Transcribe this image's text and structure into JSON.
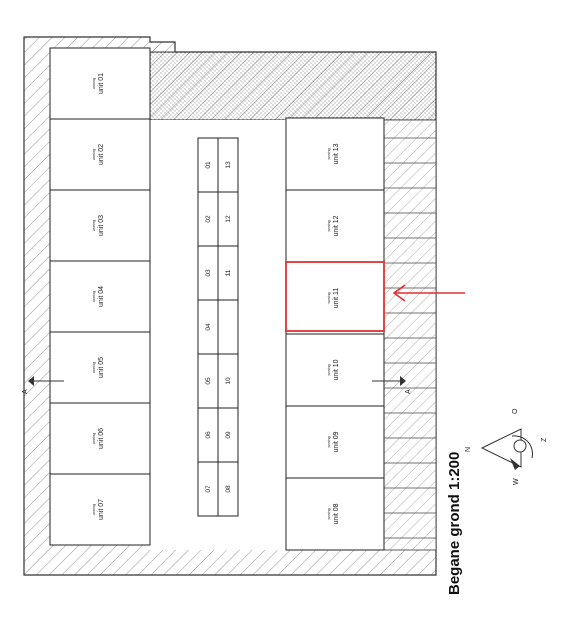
{
  "drawing": {
    "title": "Begane grond 1:200",
    "highlight_color": "#e03030"
  },
  "units_left": [
    {
      "sub": "woning",
      "label": "unit 01"
    },
    {
      "sub": "woning",
      "label": "unit 02"
    },
    {
      "sub": "woning",
      "label": "unit 03"
    },
    {
      "sub": "woning",
      "label": "unit 04"
    },
    {
      "sub": "woning",
      "label": "unit 05"
    },
    {
      "sub": "woning",
      "label": "unit 06"
    },
    {
      "sub": "woning",
      "label": "unit 07"
    }
  ],
  "units_right": [
    {
      "sub": "woning",
      "label": "unit 13"
    },
    {
      "sub": "woning",
      "label": "unit 12"
    },
    {
      "sub": "woning",
      "label": "unit 11"
    },
    {
      "sub": "woning",
      "label": "unit 10"
    },
    {
      "sub": "woning",
      "label": "unit 09"
    },
    {
      "sub": "woning",
      "label": "unit 08"
    }
  ],
  "sheds_left": [
    "01",
    "02",
    "03",
    "04",
    "05",
    "06",
    "07"
  ],
  "sheds_right": [
    "13",
    "12",
    "11",
    "",
    "10",
    "09",
    "08"
  ],
  "section_marks": [
    "A",
    "A"
  ],
  "compass": {
    "n": "N",
    "o": "O",
    "z": "Z",
    "w": "W"
  }
}
